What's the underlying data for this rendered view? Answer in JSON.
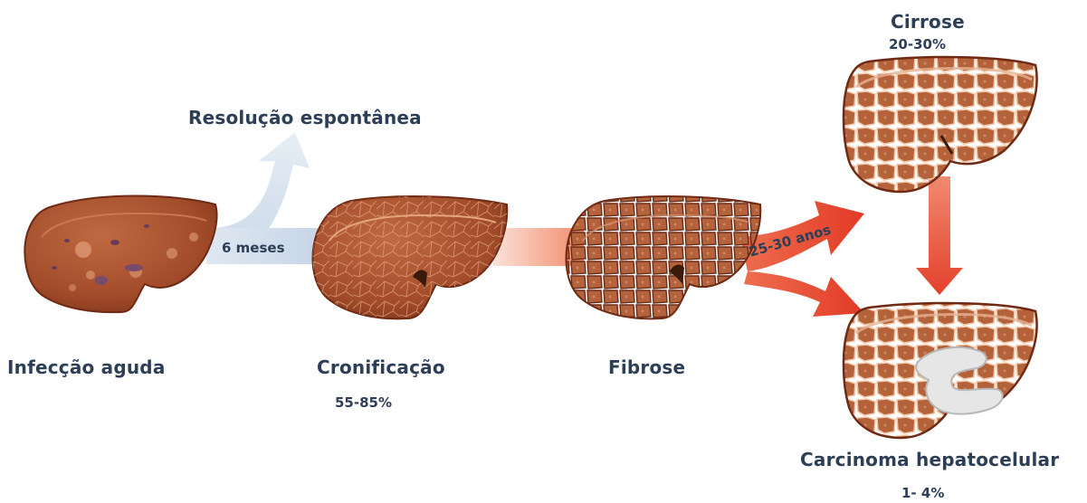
{
  "labels": {
    "acute": "Infecção aguda",
    "resolution": "Resolução espontânea",
    "time_6m": "6 meses",
    "chronic": "Cronificação",
    "chronic_pct": "55-85%",
    "fibrosis": "Fibrose",
    "time_years": "25-30 anos",
    "cirrhosis": "Cirrose",
    "cirrhosis_pct": "20-30%",
    "hcc": "Carcinoma hepatocelular",
    "hcc_pct": "1- 4%"
  },
  "colors": {
    "liver": "#a85030",
    "liver_dark": "#6e2a14",
    "liver_light": "#d28a63",
    "text": "#2d3e57",
    "arrow_blue": "#c9d7e8",
    "arrow_red": "#e24a32"
  }
}
